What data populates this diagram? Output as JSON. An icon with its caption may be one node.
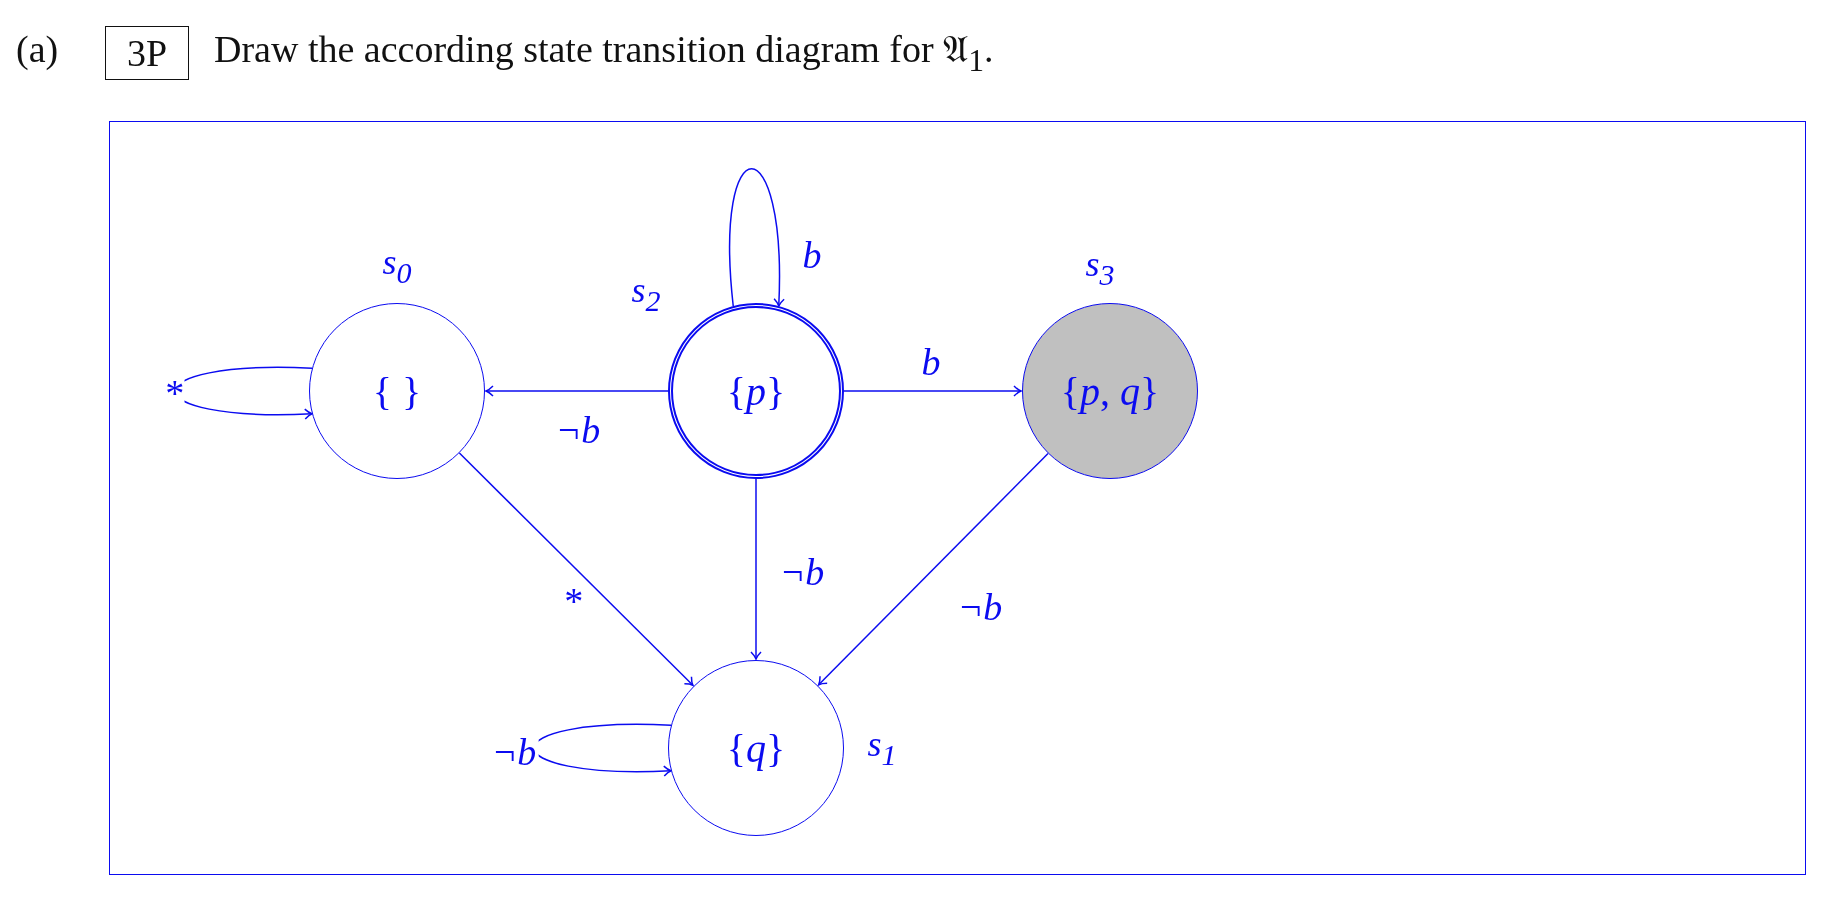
{
  "diagram": {
    "title": "Draw the according state transition diagram for 𝔄$_{1}$.",
    "nodes": [
      {
        "text": [
          "3P"
        ]
      },
      {
        "text": [
          "{ }"
        ],
        "beside": [
          "s$_{0}$"
        ]
      },
      {
        "text": [
          "{*p*}"
        ],
        "beside": [
          "s$_{2}$"
        ]
      },
      {
        "text": [
          "{*p*, *q*}"
        ],
        "beside": [
          "s$_{3}$"
        ]
      },
      {
        "text": [
          "{*q*}"
        ],
        "beside": [
          "s$_{1}$"
        ]
      }
    ],
    "edges": [
      {
        "from": 1,
        "to": 1,
        "arrow": "to",
        "label": "*"
      },
      {
        "from": 2,
        "to": 2,
        "arrow": "to",
        "label": "b"
      },
      {
        "from": 2,
        "to": 1,
        "arrow": "to",
        "label": "¬b"
      },
      {
        "from": 2,
        "to": 3,
        "arrow": "to",
        "label": "b"
      },
      {
        "from": 1,
        "to": 4,
        "arrow": "to",
        "label": "*"
      },
      {
        "from": 2,
        "to": 4,
        "arrow": "to",
        "label": "¬b"
      },
      {
        "from": 3,
        "to": 4,
        "arrow": "to",
        "label": "¬b"
      },
      {
        "from": 4,
        "to": 4,
        "arrow": "to",
        "label": "¬b"
      }
    ],
    "labels": [
      "(a)"
    ]
  }
}
